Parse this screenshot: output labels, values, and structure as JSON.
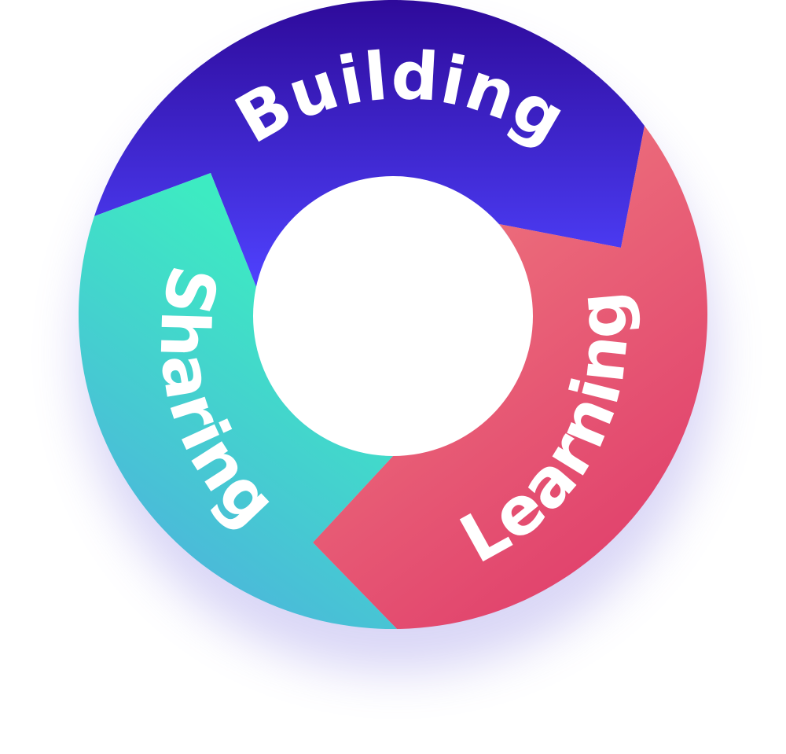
{
  "diagram": {
    "type": "cycle",
    "segments": [
      {
        "id": "building",
        "label": "Building",
        "gradient": [
          "#2E0A9A",
          "#4F42FF"
        ]
      },
      {
        "id": "learning",
        "label": "Learning",
        "gradient": [
          "#F07C80",
          "#DF3B6A"
        ]
      },
      {
        "id": "sharing",
        "label": "Sharing",
        "gradient": [
          "#3DEBC2",
          "#4DB0DE"
        ]
      }
    ],
    "shadow_color": "#7A6FE0",
    "center_color": "#ffffff"
  }
}
